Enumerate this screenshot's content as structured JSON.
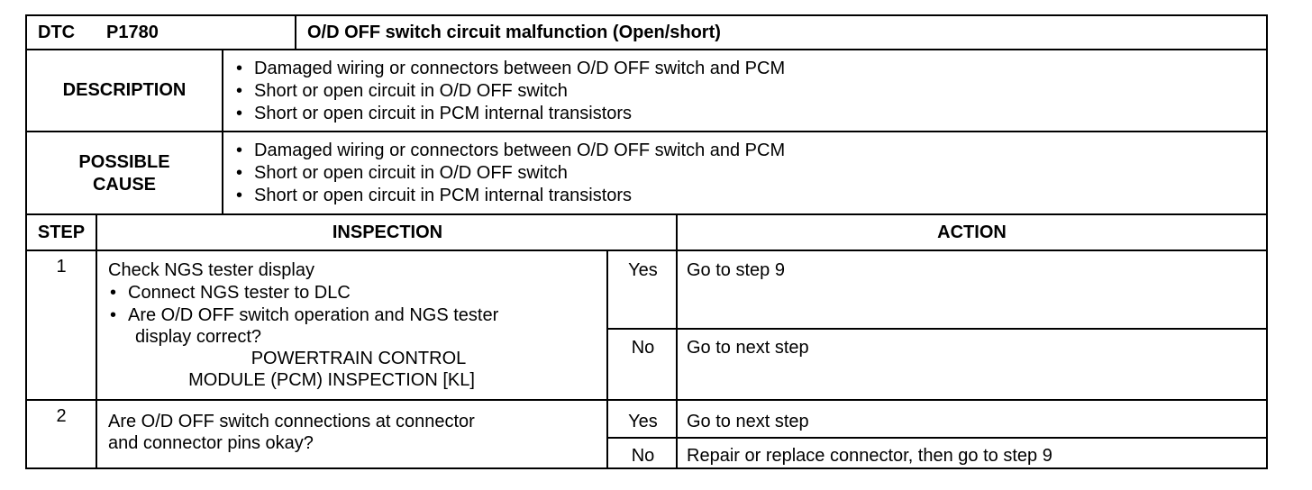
{
  "header": {
    "dtc_label": "DTC",
    "dtc_code": "P1780",
    "title": "O/D OFF switch circuit malfunction (Open/short)"
  },
  "description": {
    "label": "DESCRIPTION",
    "items": [
      "Damaged wiring or connectors between O/D OFF switch and PCM",
      "Short or open circuit in O/D OFF switch",
      "Short or open circuit in PCM internal transistors"
    ]
  },
  "possible_cause": {
    "label_line1": "POSSIBLE",
    "label_line2": "CAUSE",
    "items": [
      "Damaged wiring or connectors between O/D OFF switch and PCM",
      "Short or open circuit in O/D OFF switch",
      "Short or open circuit in PCM internal transistors"
    ]
  },
  "columns": {
    "step": "STEP",
    "inspection": "INSPECTION",
    "action": "ACTION"
  },
  "bullet": "•",
  "steps": [
    {
      "number": "1",
      "inspection_title": "Check NGS tester display",
      "bullets": [
        "Connect NGS tester to DLC",
        "Are O/D OFF switch operation and NGS tester"
      ],
      "continuation": "display correct?",
      "ref_line1": "POWERTRAIN CONTROL",
      "ref_line2": "MODULE (PCM) INSPECTION [KL]",
      "yes_label": "Yes",
      "yes_action": "Go to step 9",
      "no_label": "No",
      "no_action": "Go to next step"
    },
    {
      "number": "2",
      "inspection_line1": "Are O/D OFF switch connections at connector",
      "inspection_line2": "and connector pins okay?",
      "yes_label": "Yes",
      "yes_action": "Go to next step",
      "no_label": "No",
      "no_action": "Repair or replace connector, then go to step 9"
    }
  ]
}
